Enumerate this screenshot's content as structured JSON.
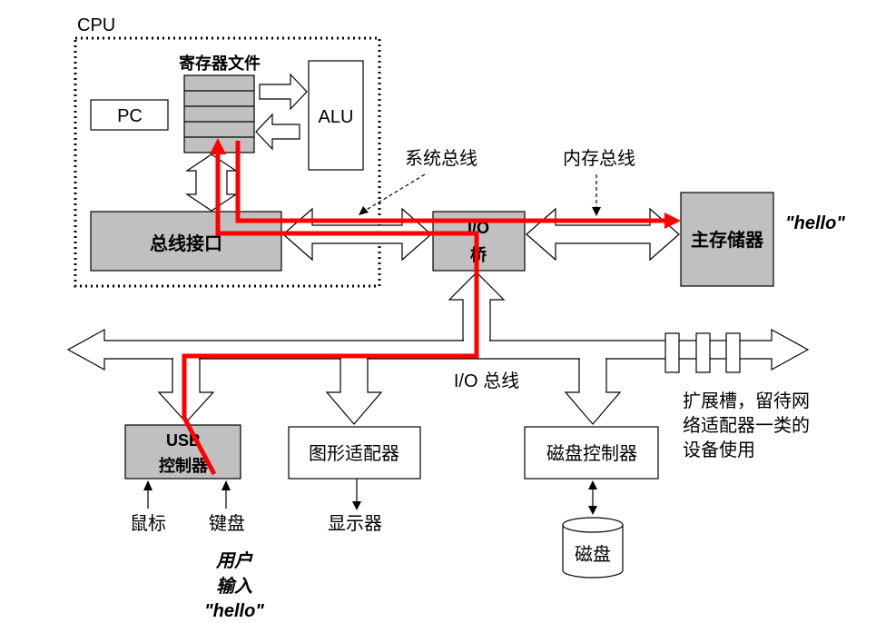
{
  "cpu": {
    "label": "CPU",
    "register_file": "寄存器文件",
    "pc": "PC",
    "alu": "ALU",
    "bus_interface": "总线接口"
  },
  "io_bridge": {
    "line1": "I/O",
    "line2": "桥"
  },
  "main_memory": "主存储器",
  "buses": {
    "system": "系统总线",
    "memory": "内存总线",
    "io": "I/O 总线"
  },
  "controllers": {
    "usb_line1": "USB",
    "usb_line2": "控制器",
    "graphics": "图形适配器",
    "disk": "磁盘控制器"
  },
  "expansion": {
    "lines": [
      "扩展槽，留待网",
      "络适配器一类的",
      "设备使用"
    ]
  },
  "devices": {
    "mouse": "鼠标",
    "keyboard": "键盘",
    "display": "显示器",
    "disk": "磁盘"
  },
  "user_input": {
    "lines": [
      "用户",
      "输入",
      "\"hello\""
    ]
  },
  "memory_value": "\"hello\"",
  "colors": {
    "path": "#ff0000",
    "user_input": "#3366ff",
    "component_fill": "#c0c0c0"
  }
}
